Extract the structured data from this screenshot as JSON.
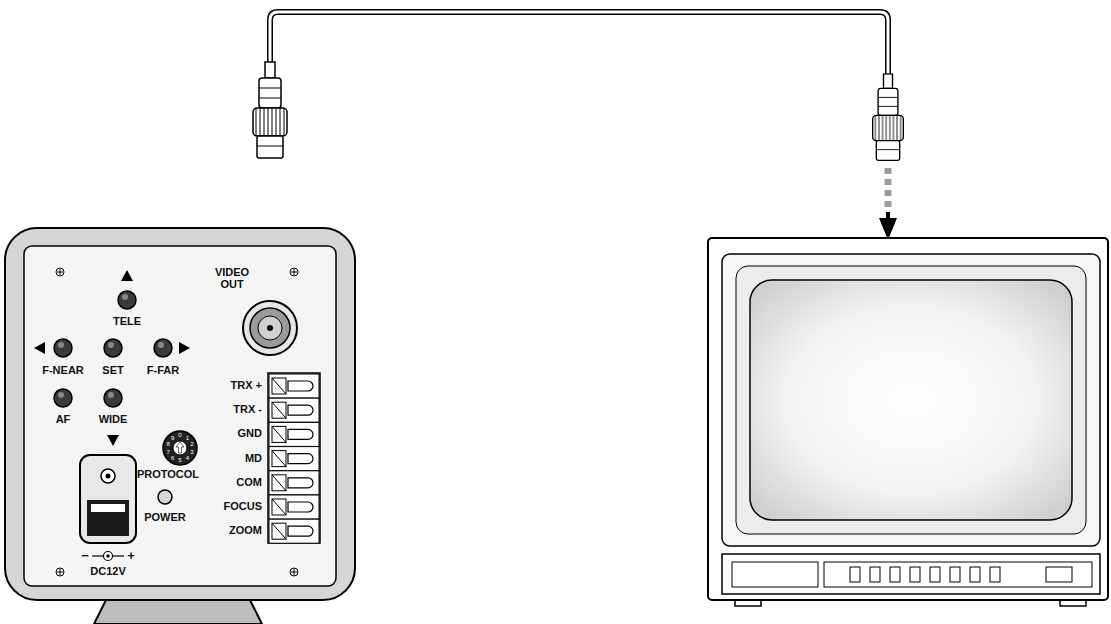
{
  "diagram": {
    "labels": [
      "TELE",
      "F-NEAR",
      "SET",
      "F-FAR",
      "AF",
      "WIDE",
      "VIDEO OUT",
      "TRX +",
      "TRX -",
      "GND",
      "MD",
      "COM",
      "FOCUS",
      "ZOOM",
      "PROTOCOL",
      "POWER",
      "DC12V",
      "−",
      "+",
      "0",
      "1",
      "2",
      "3",
      "4",
      "5",
      "6",
      "7",
      "8",
      "9"
    ]
  }
}
